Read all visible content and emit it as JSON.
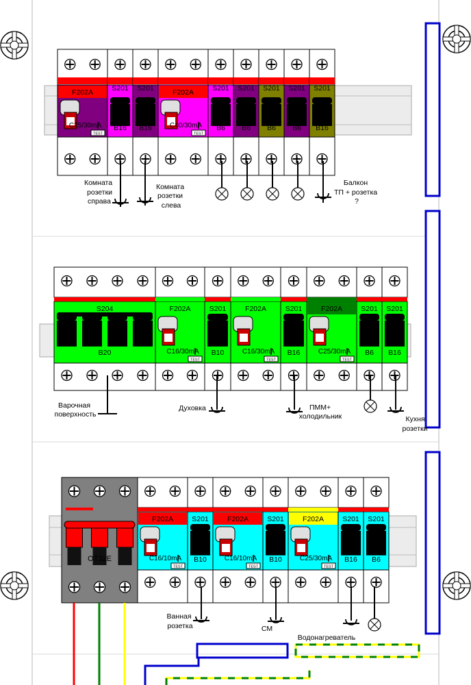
{
  "colors": {
    "red": "#ff0000",
    "dark_red": "#cc0000",
    "purple": "#800080",
    "magenta": "#ff00ff",
    "olive": "#808000",
    "green": "#00ff00",
    "dark_green": "#008000",
    "cyan": "#00ffff",
    "yellow": "#ffff00",
    "blue": "#0000cc",
    "gray": "#808080",
    "black": "#000000",
    "rail": "#ececec"
  },
  "rows": [
    {
      "id": "row1",
      "breakers": [
        {
          "kind": "rcd",
          "model": "F202A",
          "rating": "C25/30mA",
          "color": "purple",
          "top": "red"
        },
        {
          "kind": "mcb",
          "model": "S201",
          "rating": "B16",
          "color": "magenta",
          "top": "red"
        },
        {
          "kind": "mcb",
          "model": "S201",
          "rating": "B16",
          "color": "purple",
          "top": "red"
        },
        {
          "kind": "rcd",
          "model": "F202A",
          "rating": "C40/30mA",
          "color": "magenta",
          "top": "red"
        },
        {
          "kind": "mcb",
          "model": "S201",
          "rating": "B6",
          "color": "magenta",
          "top": "red"
        },
        {
          "kind": "mcb",
          "model": "S201",
          "rating": "B6",
          "color": "purple",
          "top": "red"
        },
        {
          "kind": "mcb",
          "model": "S201",
          "rating": "B6",
          "color": "olive",
          "top": "red"
        },
        {
          "kind": "mcb",
          "model": "S201",
          "rating": "B6",
          "color": "purple",
          "top": "red"
        },
        {
          "kind": "mcb",
          "model": "S201",
          "rating": "B16",
          "color": "olive",
          "top": "red"
        }
      ],
      "labels": [
        {
          "lines": [
            "Комната",
            "розетки",
            "справа"
          ]
        },
        {
          "lines": [
            "Комната",
            "розетки",
            "слева"
          ]
        },
        {
          "lines": [
            "Балкон",
            "ТП + розетка",
            "?"
          ]
        }
      ]
    },
    {
      "id": "row2",
      "breakers": [
        {
          "kind": "mcb4",
          "model": "S204",
          "rating": "B20",
          "color": "green",
          "top": "red"
        },
        {
          "kind": "rcd",
          "model": "F202A",
          "rating": "C16/30mA",
          "color": "green",
          "top": "green"
        },
        {
          "kind": "mcb",
          "model": "S201",
          "rating": "B10",
          "color": "green",
          "top": "red"
        },
        {
          "kind": "rcd",
          "model": "F202A",
          "rating": "C16/30mA",
          "color": "green",
          "top": "green"
        },
        {
          "kind": "mcb",
          "model": "S201",
          "rating": "B16",
          "color": "green",
          "top": "red"
        },
        {
          "kind": "rcd",
          "model": "F202A",
          "rating": "C25/30mA",
          "color": "green",
          "top": "dark_green"
        },
        {
          "kind": "mcb",
          "model": "S201",
          "rating": "B6",
          "color": "green",
          "top": "red"
        },
        {
          "kind": "mcb",
          "model": "S201",
          "rating": "B16",
          "color": "green",
          "top": "red"
        }
      ],
      "labels": [
        {
          "lines": [
            "Варочная",
            "поверхность"
          ]
        },
        {
          "lines": [
            "Духовка"
          ]
        },
        {
          "lines": [
            "ПММ+",
            "холодильник"
          ]
        },
        {
          "lines": [
            "Кухня",
            "розетки"
          ]
        }
      ]
    },
    {
      "id": "row3",
      "breakers": [
        {
          "kind": "switch",
          "model": "OT32E",
          "rating": "",
          "color": "gray",
          "top": "red"
        },
        {
          "kind": "rcd",
          "model": "F202A",
          "rating": "C16/10mA",
          "color": "cyan",
          "top": "red"
        },
        {
          "kind": "mcb",
          "model": "S201",
          "rating": "B10",
          "color": "cyan",
          "top": "red"
        },
        {
          "kind": "rcd",
          "model": "F202A",
          "rating": "C16/10mA",
          "color": "cyan",
          "top": "red"
        },
        {
          "kind": "mcb",
          "model": "S201",
          "rating": "B10",
          "color": "cyan",
          "top": "red"
        },
        {
          "kind": "rcd",
          "model": "F202A",
          "rating": "C25/30mA",
          "color": "cyan",
          "top": "yellow"
        },
        {
          "kind": "mcb",
          "model": "S201",
          "rating": "B16",
          "color": "cyan",
          "top": "red"
        },
        {
          "kind": "mcb",
          "model": "S201",
          "rating": "B6",
          "color": "cyan",
          "top": "red"
        }
      ],
      "labels": [
        {
          "lines": [
            "Ванная",
            "розетка"
          ]
        },
        {
          "lines": [
            "СМ"
          ]
        },
        {
          "lines": [
            "Водонагреватель"
          ]
        }
      ]
    }
  ],
  "test_label": "TEST"
}
